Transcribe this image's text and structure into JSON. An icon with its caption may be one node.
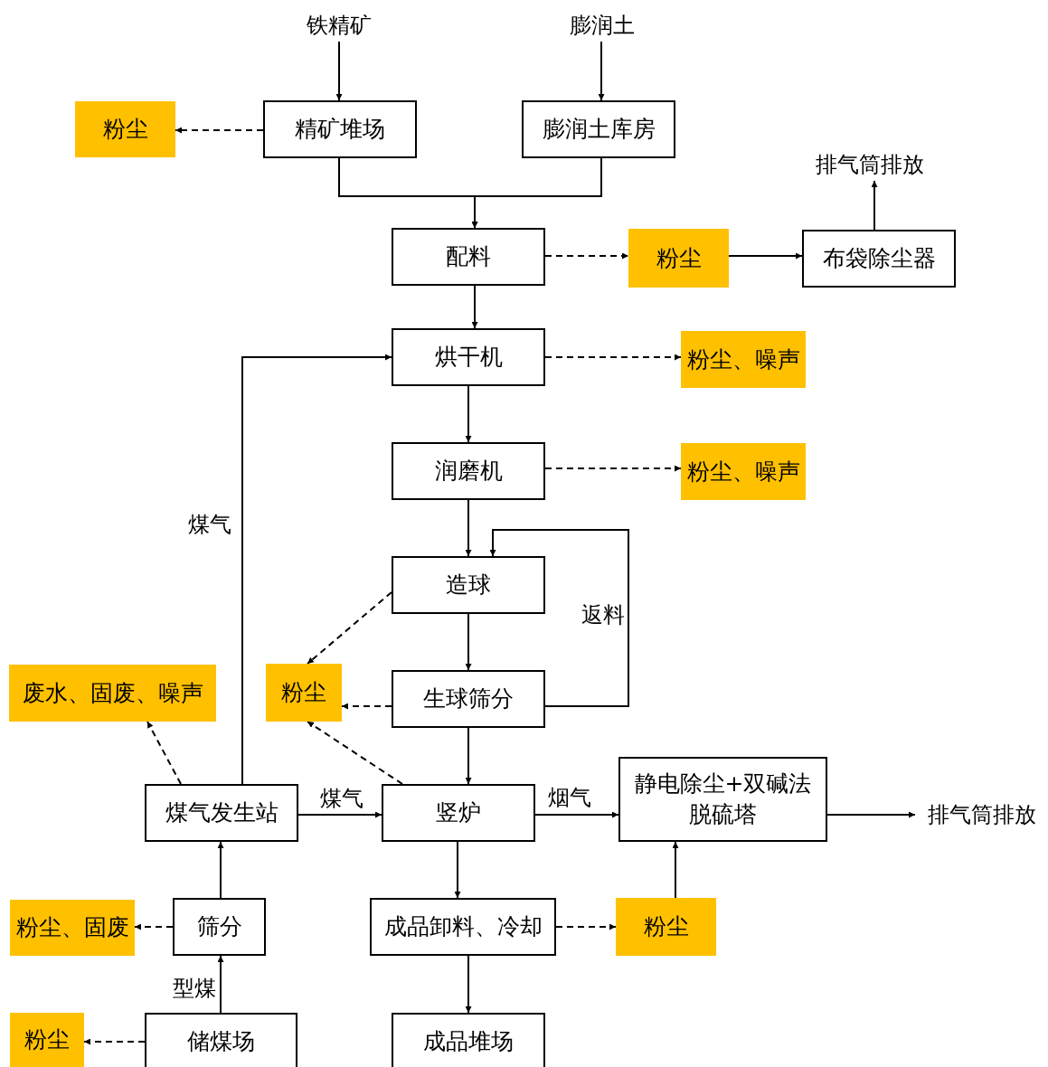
{
  "diagram": {
    "nodes": [
      {
        "text": [
          "铁精矿"
        ]
      },
      {
        "text": [
          "膨润土"
        ]
      },
      {
        "text": [
          "粉尘"
        ]
      },
      {
        "text": [
          "精矿堆场"
        ]
      },
      {
        "text": [
          "膨润土库房"
        ]
      },
      {
        "text": [
          "排气筒排放"
        ]
      },
      {
        "text": [
          "配料"
        ]
      },
      {
        "text": [
          "粉尘"
        ]
      },
      {
        "text": [
          "布袋除尘器"
        ]
      },
      {
        "text": [
          "烘干机"
        ]
      },
      {
        "text": [
          "粉尘、噪声"
        ]
      },
      {
        "text": [
          "润磨机"
        ]
      },
      {
        "text": [
          "粉尘、噪声"
        ]
      },
      {
        "text": [
          "造球"
        ]
      },
      {
        "text": [
          "废水、固废、噪声"
        ]
      },
      {
        "text": [
          "粉尘"
        ]
      },
      {
        "text": [
          "生球筛分"
        ]
      },
      {
        "text": [
          "煤气发生站"
        ]
      },
      {
        "text": [
          "竖炉"
        ]
      },
      {
        "text": [
          "静电除尘+双碱法脱硫塔"
        ]
      },
      {
        "text": [
          "排气筒排放"
        ]
      },
      {
        "text": [
          "粉尘、固废"
        ]
      },
      {
        "text": [
          "筛分"
        ]
      },
      {
        "text": [
          "成品卸料、冷却"
        ]
      },
      {
        "text": [
          "粉尘"
        ]
      },
      {
        "text": [
          "粉尘"
        ]
      },
      {
        "text": [
          "储煤场"
        ]
      },
      {
        "text": [
          "成品堆场"
        ]
      }
    ],
    "edges": [
      {
        "from": 0,
        "to": 3,
        "arrow": "to"
      },
      {
        "from": 1,
        "to": 4,
        "arrow": "to"
      },
      {
        "from": 3,
        "to": 2,
        "arrow": "to",
        "style": "dashed"
      },
      {
        "from": 3,
        "to": 6,
        "arrow": "to"
      },
      {
        "from": 4,
        "to": 6,
        "arrow": "to"
      },
      {
        "from": 6,
        "to": 7,
        "arrow": "to",
        "style": "dashed"
      },
      {
        "from": 7,
        "to": 8,
        "arrow": "to"
      },
      {
        "from": 8,
        "to": 5,
        "arrow": "to"
      },
      {
        "from": 6,
        "to": 9,
        "arrow": "to"
      },
      {
        "from": 9,
        "to": 10,
        "arrow": "to",
        "style": "dashed"
      },
      {
        "from": 9,
        "to": 11,
        "arrow": "to"
      },
      {
        "from": 11,
        "to": 12,
        "arrow": "to",
        "style": "dashed"
      },
      {
        "from": 11,
        "to": 13,
        "arrow": "to"
      },
      {
        "from": 13,
        "to": 15,
        "arrow": "to",
        "style": "dashed"
      },
      {
        "from": 13,
        "to": 16,
        "arrow": "to"
      },
      {
        "from": 16,
        "to": 13,
        "arrow": "to",
        "label": "返料"
      },
      {
        "from": 16,
        "to": 15,
        "arrow": "to",
        "style": "dashed"
      },
      {
        "from": 18,
        "to": 15,
        "arrow": "to",
        "style": "dashed"
      },
      {
        "from": 16,
        "to": 18,
        "arrow": "to"
      },
      {
        "from": 17,
        "to": 14,
        "arrow": "to",
        "style": "dashed"
      },
      {
        "from": 17,
        "to": 9,
        "arrow": "to",
        "label": "煤气"
      },
      {
        "from": 17,
        "to": 18,
        "arrow": "to",
        "label": "煤气"
      },
      {
        "from": 18,
        "to": 19,
        "arrow": "to",
        "label": "烟气"
      },
      {
        "from": 19,
        "to": 20,
        "arrow": "to"
      },
      {
        "from": 18,
        "to": 23,
        "arrow": "to"
      },
      {
        "from": 23,
        "to": 24,
        "arrow": "to",
        "style": "dashed"
      },
      {
        "from": 24,
        "to": 19,
        "arrow": "to"
      },
      {
        "from": 23,
        "to": 27,
        "arrow": "to"
      },
      {
        "from": 22,
        "to": 17,
        "arrow": "to"
      },
      {
        "from": 22,
        "to": 21,
        "arrow": "to",
        "style": "dashed"
      },
      {
        "from": 26,
        "to": 22,
        "arrow": "to",
        "label": "型煤"
      },
      {
        "from": 26,
        "to": 25,
        "arrow": "to",
        "style": "dashed"
      }
    ]
  }
}
